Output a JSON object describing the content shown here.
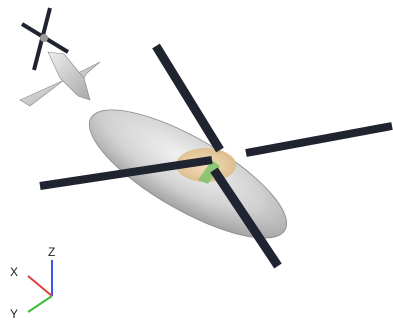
{
  "viewport": {
    "background": "#ffffff"
  },
  "model": {
    "body_color": "#c8c8c8",
    "rotor_color": "#1f2430",
    "hub_color": "#e9c89a",
    "cockpit_color": "#7cc36a"
  },
  "axes": {
    "x_label": "X",
    "y_label": "Y",
    "z_label": "Z",
    "x_color": "#e23c3c",
    "y_color": "#3cbf3c",
    "z_color": "#3c55e6"
  }
}
